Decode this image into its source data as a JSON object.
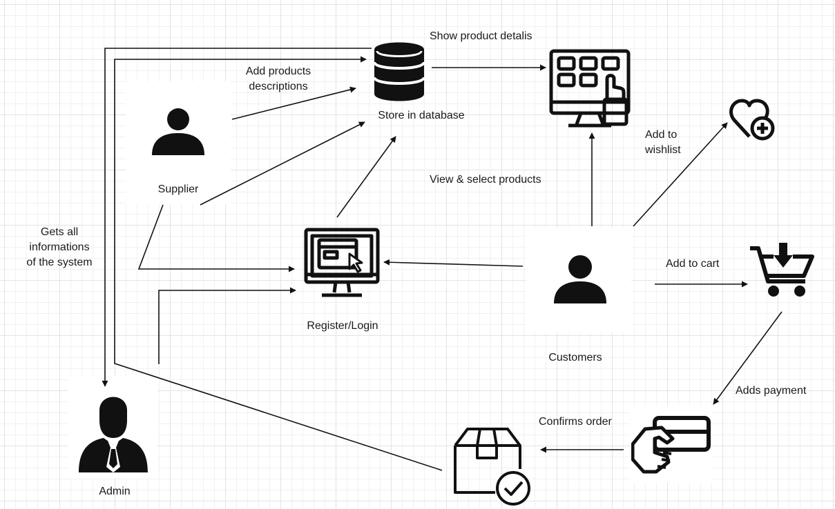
{
  "nodes": {
    "database": {
      "label": "Store in database",
      "icon": "database-icon"
    },
    "product_display": {
      "icon": "product-display-monitor-icon"
    },
    "wishlist": {
      "icon": "heart-plus-icon"
    },
    "supplier": {
      "label": "Supplier",
      "icon": "user-icon"
    },
    "register_login": {
      "label": "Register/Login",
      "icon": "monitor-login-icon"
    },
    "customers": {
      "label": "Customers",
      "icon": "user-icon"
    },
    "cart": {
      "icon": "cart-download-icon"
    },
    "admin": {
      "label": "Admin",
      "icon": "admin-user-icon"
    },
    "order": {
      "icon": "box-check-icon"
    },
    "payment": {
      "icon": "card-payment-icon"
    }
  },
  "edges": {
    "show_details": "Show product detalis",
    "add_products": "Add products\ndescriptions",
    "view_select": "View & select products",
    "add_wishlist": "Add to\nwishlist",
    "gets_all": "Gets all\ninformations\nof the system",
    "add_cart": "Add to cart",
    "adds_payment": "Adds payment",
    "confirms_order": "Confirms order"
  },
  "colors": {
    "line": "#111111",
    "grid": "#e3e3e3"
  }
}
